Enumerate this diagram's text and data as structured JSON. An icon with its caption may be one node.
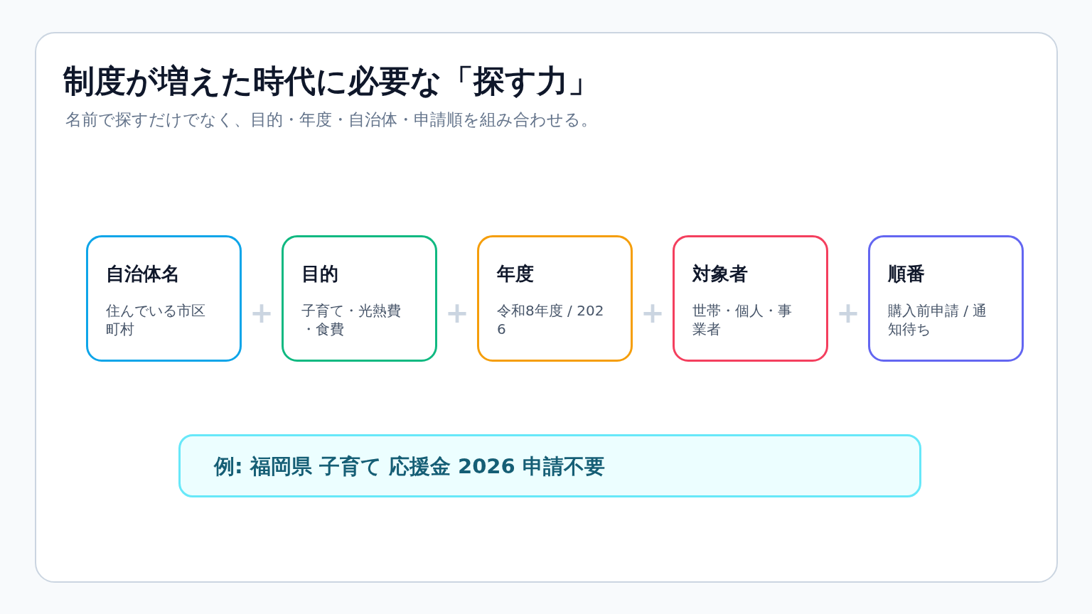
{
  "diagram": {
    "title": "制度が増えた時代に必要な「探す力」",
    "nodes": [
      {
        "text": [
          "自治体名",
          "住んでいる市区町村"
        ]
      },
      {
        "text": [
          "目的",
          "子育て・光熱費・食費"
        ]
      },
      {
        "text": [
          "年度",
          "令和8年度 / 2026"
        ]
      },
      {
        "text": [
          "対象者",
          "世帯・個人・事業者"
        ]
      },
      {
        "text": [
          "順番",
          "購入前申請 / 通知待ち"
        ]
      },
      {
        "text": [
          "例: 福岡県 子育て 応援金 2026 申請不要"
        ]
      }
    ],
    "labels": [
      "名前で探すだけでなく、目的・年度・自治体・申請順を組み合わせる。",
      "+",
      "+",
      "+",
      "+"
    ]
  }
}
